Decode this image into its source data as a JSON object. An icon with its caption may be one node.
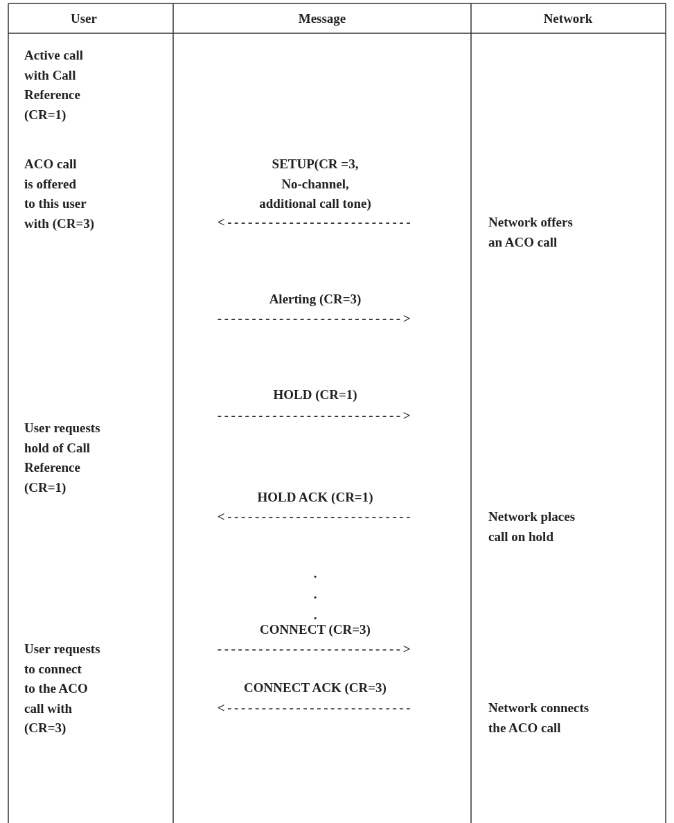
{
  "diagram": {
    "labels": [
      "User",
      "Message",
      "Network",
      "Active call with Call Reference (CR=1)",
      "ACO call is offered to this user with (CR=3)",
      "SETUP(CR =3, No-channel, additional call tone)",
      "<---------------------------",
      "Network offers an ACO call",
      "Alerting (CR=3)",
      "--------------------------->",
      "HOLD (CR=1)",
      "--------------------------->",
      "User requests hold of Call Reference (CR=1)",
      "HOLD ACK (CR=1)",
      "<---------------------------",
      "Network places call on hold",
      ".",
      ".",
      ".",
      "CONNECT (CR=3)",
      "User requests to connect to the ACO call with (CR=3)",
      "--------------------------->",
      "CONNECT ACK (CR=3)",
      "<---------------------------",
      "Network connects the ACO call"
    ]
  }
}
